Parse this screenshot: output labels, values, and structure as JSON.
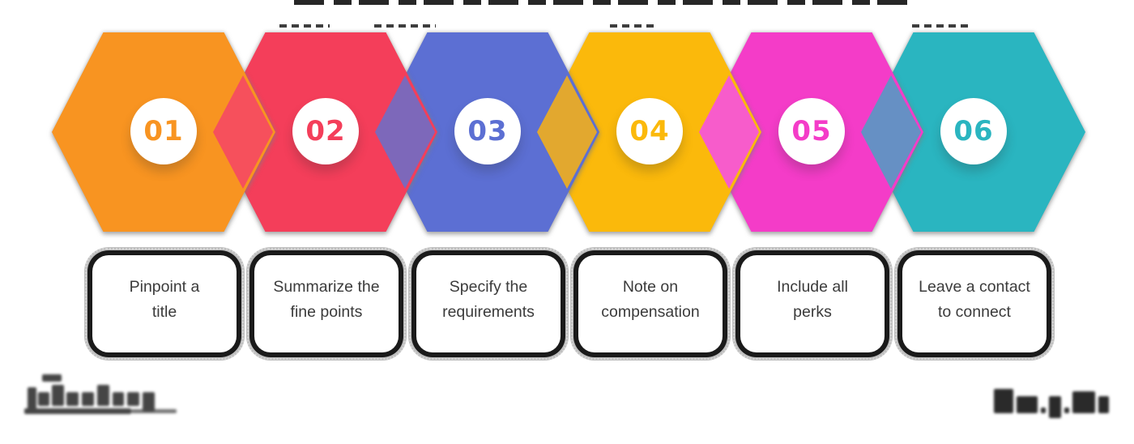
{
  "figure_title": "6-step hexagon process infographic",
  "text_color": "#3b3b3b",
  "card_frame_color": "#1a1a1a",
  "steps": [
    {
      "number": "01",
      "hex_color": "#F89421",
      "label": "Pinpoint a\ntitle"
    },
    {
      "number": "02",
      "hex_color": "#F43E5A",
      "label": "Summarize the\nfine points"
    },
    {
      "number": "03",
      "hex_color": "#5C6FD3",
      "label": "Specify the\nrequirements"
    },
    {
      "number": "04",
      "hex_color": "#FBB90B",
      "label": "Note on\ncompensation"
    },
    {
      "number": "05",
      "hex_color": "#F43CC8",
      "label": "Include all\nperks"
    },
    {
      "number": "06",
      "hex_color": "#2AB5C0",
      "label": "Leave a contact\nto connect"
    }
  ],
  "overlap_colors": [
    "#F6505C",
    "#7D68BA",
    "#E2A82F",
    "#F75CCB",
    "#6690C4"
  ],
  "watermarks": {
    "left": {
      "description": "illegible blurred logo with underline",
      "color": "#454545"
    },
    "right": {
      "description": "illegible blurred wordmark",
      "color": "#2A2A2A"
    }
  }
}
